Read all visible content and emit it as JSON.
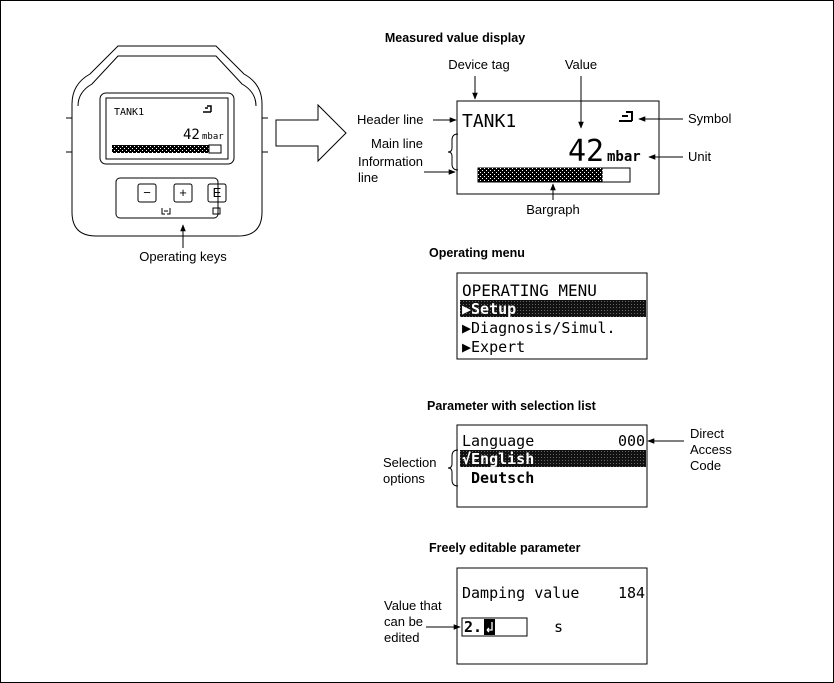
{
  "device": {
    "lcd_tag": "TANK1",
    "lcd_value": "42",
    "lcd_unit": "mbar",
    "key_minus": "−",
    "key_plus": "+",
    "key_enter": "E",
    "caption": "Operating keys"
  },
  "measured_display": {
    "title": "Measured value display",
    "device_tag_label": "Device tag",
    "value_label": "Value",
    "header_line_label": "Header line",
    "main_line_label": "Main line",
    "information_line_label_1": "Information",
    "information_line_label_2": "line",
    "symbol_label": "Symbol",
    "unit_label": "Unit",
    "bargraph_label": "Bargraph",
    "lcd_tag": "TANK1",
    "lcd_value": "42",
    "lcd_unit": "mbar",
    "bargraph_fill": 0.82
  },
  "operating_menu": {
    "title": "Operating menu",
    "header": "OPERATING MENU",
    "items": [
      "▶Setup",
      "▶Diagnosis/Simul.",
      "▶Expert"
    ],
    "selected_index": 0
  },
  "selection_list": {
    "title": "Parameter with selection list",
    "param_name": "Language",
    "code": "000",
    "options": [
      "√English",
      " Deutsch"
    ],
    "selected_index": 0,
    "selection_options_label_1": "Selection",
    "selection_options_label_2": "options",
    "direct_access_label_1": "Direct",
    "direct_access_label_2": "Access",
    "direct_access_label_3": "Code"
  },
  "editable_param": {
    "title": "Freely editable parameter",
    "param_name": "Damping value",
    "code": "184",
    "edit_value": "2.",
    "unit": "s",
    "value_label_1": "Value that",
    "value_label_2": "can be",
    "value_label_3": "edited"
  }
}
